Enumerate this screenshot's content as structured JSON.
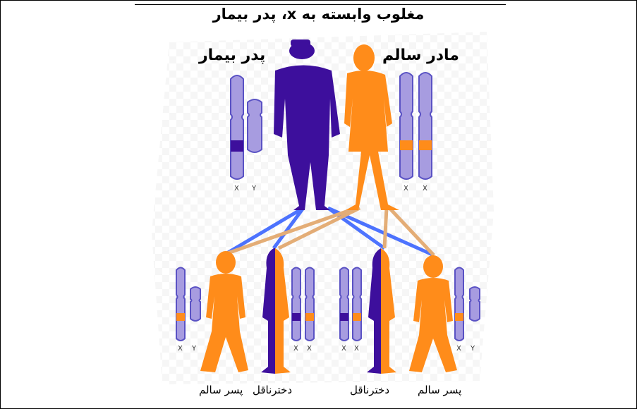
{
  "title": "مغلوب وابسته به x، پدر بیمار",
  "father": {
    "label": "پدر بیمار",
    "chromosomes": [
      "X",
      "Y"
    ]
  },
  "mother": {
    "label": "مادر سالم",
    "chromosomes": [
      "X",
      "X"
    ]
  },
  "children": [
    {
      "label": "پسر سالم",
      "chromosomes": [
        "X",
        "Y"
      ]
    },
    {
      "label": "دخترناقل",
      "chromosomes": [
        "X",
        "X"
      ]
    },
    {
      "label": "دخترناقل",
      "chromosomes": [
        "X",
        "X"
      ]
    },
    {
      "label": "پسر سالم",
      "chromosomes": [
        "X",
        "Y"
      ]
    }
  ],
  "colors": {
    "affected": "#3d0f9c",
    "healthy": "#ff8c1a",
    "chromosome": "#a79ce0"
  }
}
